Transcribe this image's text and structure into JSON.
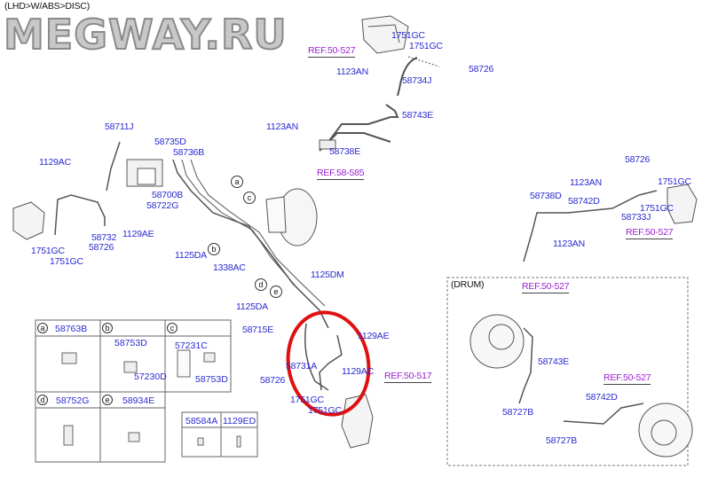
{
  "header": {
    "variant": "(LHD>W/ABS>DISC)",
    "watermark": "MEGWAY.RU"
  },
  "labels": {
    "ref_top": "REF.50-527",
    "gc1": "1751GC",
    "gc2": "1751GC",
    "p58726_top": "58726",
    "an1": "1123AN",
    "p58734J": "58734J",
    "p58743E_top": "58743E",
    "an2": "1123AN",
    "p58738E": "58738E",
    "p58711J": "58711J",
    "p58735D": "58735D",
    "p58736B": "58736B",
    "p1129AC_l": "1129AC",
    "p58700B": "58700B",
    "p58722G": "58722G",
    "ref_booster": "REF.58-585",
    "p58732": "58732",
    "p1129AE_l": "1129AE",
    "p58726_l": "58726",
    "gc3": "1751GC",
    "gc4": "1751GC",
    "p1125DA_1": "1125DA",
    "p1338AC": "1338AC",
    "p1125DM": "1125DM",
    "p1125DA_2": "1125DA",
    "p58715E": "58715E",
    "p1129AE_c": "1129AE",
    "p58731A": "58731A",
    "p58726_c": "58726",
    "p1129AC_c": "1129AC",
    "ref_517": "REF.50-517",
    "gc5": "1751GC",
    "gc6": "1751GC",
    "p58726_r": "58726",
    "an3": "1123AN",
    "gc7": "1751GC",
    "p58738D": "58738D",
    "p58742D_r": "58742D",
    "gc8": "1751GC",
    "p58733J": "58733J",
    "ref_r": "REF.50-527",
    "an4": "1123AN",
    "drum": "(DRUM)",
    "ref_d1": "REF.50-527",
    "p58743E_d": "58743E",
    "p58727B_1": "58727B",
    "ref_d2": "REF.50-527",
    "p58742D_d": "58742D",
    "p58727B_2": "58727B"
  },
  "callouts": [
    "a",
    "b",
    "c",
    "d",
    "e"
  ],
  "table": {
    "cells": [
      {
        "key": "a",
        "title": "58763B",
        "items": []
      },
      {
        "key": "b",
        "title": "",
        "items": [
          "58753D",
          "57230D"
        ]
      },
      {
        "key": "c",
        "title": "",
        "items": [
          "57231C",
          "58753D"
        ]
      },
      {
        "key": "d",
        "title": "58752G",
        "items": []
      },
      {
        "key": "e",
        "title": "58934E",
        "items": []
      }
    ]
  },
  "small_table": {
    "cols": [
      "58584A",
      "1129ED"
    ]
  },
  "colors": {
    "part": "#2a2ad0",
    "ref": "#9a1fd0",
    "highlight": "#e01010"
  }
}
